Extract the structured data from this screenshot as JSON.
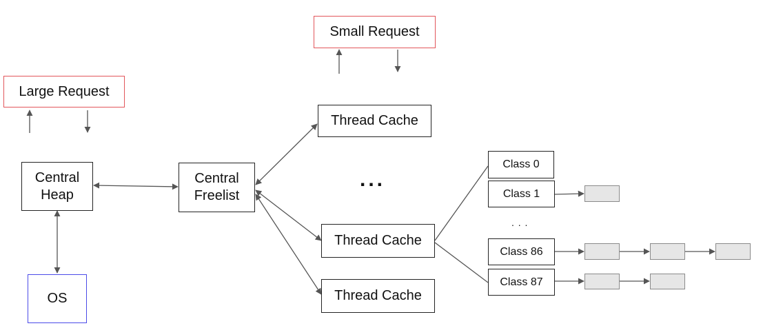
{
  "nodes": {
    "small_request": "Small Request",
    "large_request": "Large Request",
    "central_heap": "Central\nHeap",
    "central_freelist": "Central\nFreelist",
    "os": "OS",
    "thread_cache_top": "Thread Cache",
    "thread_cache_middle": "Thread Cache",
    "thread_cache_bottom": "Thread Cache",
    "class_0": "Class 0",
    "class_1": "Class 1",
    "class_86": "Class 86",
    "class_87": "Class 87"
  },
  "ellipsis": {
    "thread_caches": "...",
    "classes": ". . ."
  },
  "colors": {
    "request_border": "#e2555a",
    "os_border": "#4a4ae8",
    "line": "#555555",
    "slot_fill": "#e6e6e6"
  }
}
